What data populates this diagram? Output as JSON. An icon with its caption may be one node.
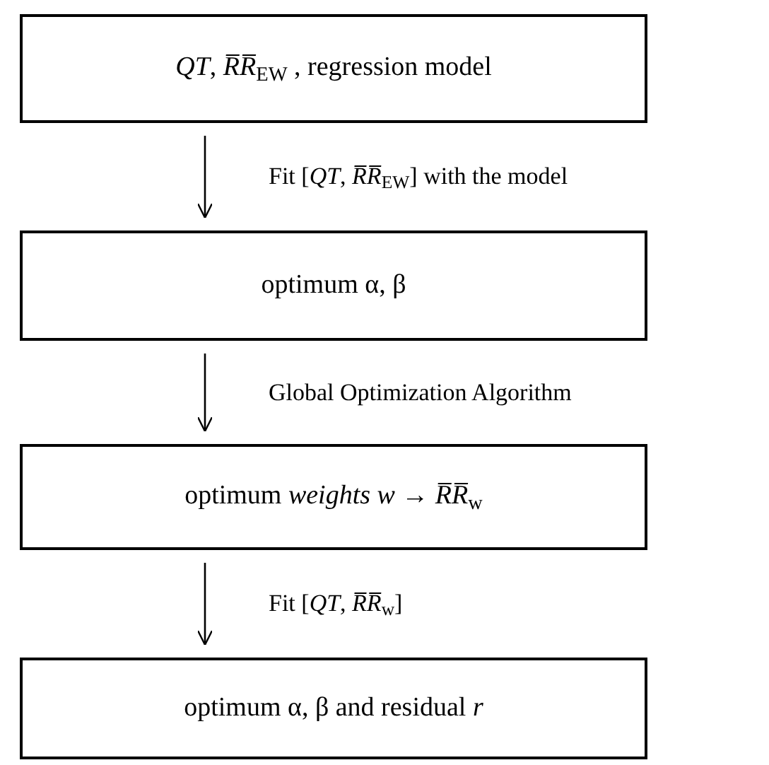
{
  "diagram": {
    "nodes": [
      {
        "text": [
          "*QT*, *R̅R̅*$_{EW}$ , regression model"
        ]
      },
      {
        "text": [
          "optimum α, β"
        ]
      },
      {
        "text": [
          "optimum *weights w* → *R̅R̅*$_{w}$"
        ]
      },
      {
        "text": [
          "optimum α, β and residual *r*"
        ]
      }
    ],
    "edges": [
      {
        "from": 0,
        "to": 1,
        "arrow": "to",
        "label": "Fit [*QT*, *R̅R̅*$_{EW}$] with the model"
      },
      {
        "from": 1,
        "to": 2,
        "arrow": "to",
        "label": "Global Optimization Algorithm"
      },
      {
        "from": 2,
        "to": 3,
        "arrow": "to",
        "label": "Fit [*QT*, *R̅R̅*$_{w}$]"
      }
    ]
  }
}
